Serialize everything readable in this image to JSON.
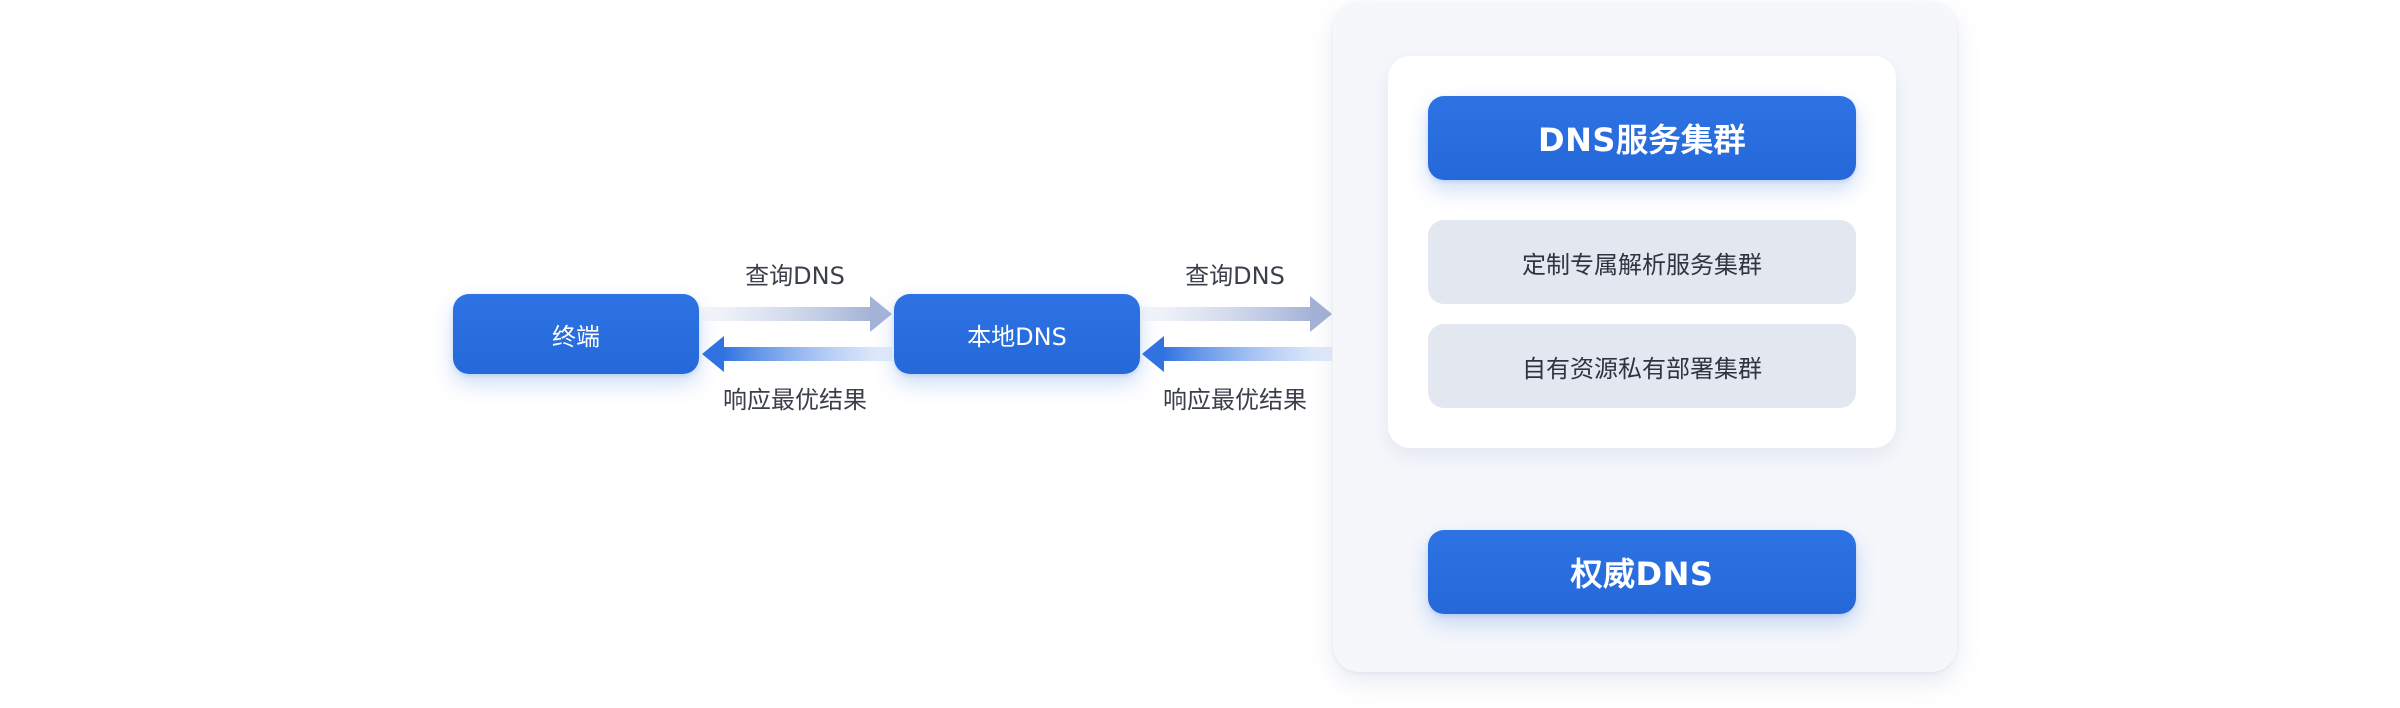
{
  "nodes": {
    "terminal": "终端",
    "local_dns": "本地DNS",
    "dns_cluster": "DNS服务集群",
    "authoritative_dns": "权威DNS"
  },
  "arrows": {
    "left_pair": {
      "query": "查询DNS",
      "response": "响应最优结果"
    },
    "right_pair": {
      "query": "查询DNS",
      "response": "响应最优结果"
    }
  },
  "cluster_items": [
    "定制专属解析服务集群",
    "自有资源私有部署集群"
  ],
  "colors": {
    "node_blue": "#2468d9",
    "forward_arrow": "#a9b7d9",
    "response_arrow": "#3f7fe6",
    "panel_bg": "#f5f7fb",
    "sub_item_bg": "#e2e7f0"
  }
}
